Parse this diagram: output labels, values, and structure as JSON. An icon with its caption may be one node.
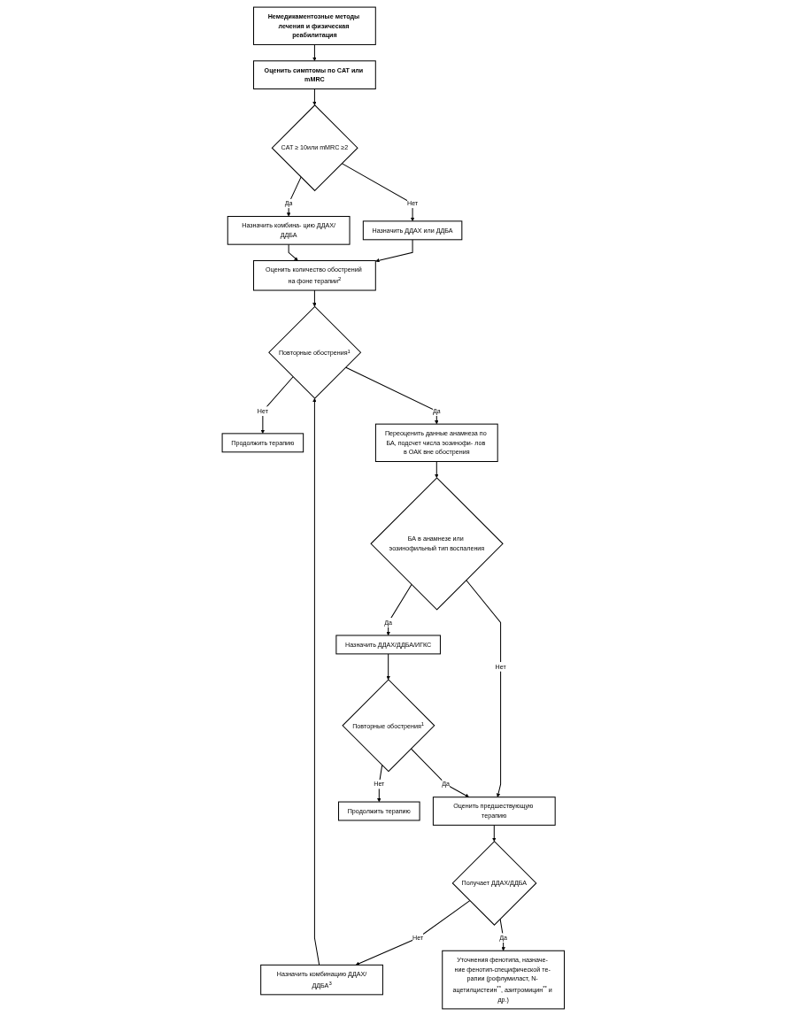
{
  "diagram": {
    "nodes": [
      {
        "text": [
          "Немедикаментозные методы лечения и физическая реабилитация"
        ]
      },
      {
        "text": [
          "Оценить симптомы по CAT или mMRC"
        ]
      },
      {
        "text": [
          "Назначить ДДАХ или ДДБА"
        ]
      },
      {
        "text": [
          "CAT ≥ 10или mMRC ≥2"
        ]
      },
      {
        "text": [
          "Назначить комбина- цию ДДАХ/ДДБА"
        ]
      },
      {
        "text": [
          "Оценить количество обострений на фоне терапии$^{2}$"
        ]
      },
      {
        "text": [
          "Повторные обострения$^{1}$"
        ]
      },
      {
        "text": [
          "Продолжить терапию"
        ]
      },
      {
        "text": [
          "Переоценить данные анамнеза по БА, подсчет числа эозинофи- лов в ОАК вне обострения"
        ]
      },
      {
        "text": [
          "БА в анамнезе или эозинофильный тип воспаления"
        ]
      },
      {
        "text": [
          "Оценить предшествующую терапию"
        ]
      },
      {
        "text": [
          "Назначить ДДАХ/ДДБА/ИГКС"
        ]
      },
      {
        "text": [
          "Получает ДДАХ/ДДБА"
        ]
      },
      {
        "text": [
          "Повторные обострения$^{1}$"
        ]
      },
      {
        "text": [
          "Назначить комбинацию ДДАХ/ДДБА$^{3}$"
        ]
      },
      {
        "text": [
          "Уточнения фенотипа, назначе- ние фенотип-специфической те- рапии (рофлумиласт, N- ацетилцистеин$^{**}$, азитромицин$^{**}$ и др.)"
        ]
      },
      {
        "text": [
          "Продолжить терапию"
        ]
      }
    ],
    "edges": [
      {
        "from": 0,
        "to": 1,
        "arrow": "to"
      },
      {
        "from": 1,
        "to": 3,
        "arrow": "to"
      },
      {
        "from": 3,
        "to": 2,
        "arrow": "to",
        "label": "Нет"
      },
      {
        "from": 3,
        "to": 4,
        "arrow": "to",
        "label": "Да"
      },
      {
        "from": 2,
        "to": 5,
        "arrow": "to"
      },
      {
        "from": 4,
        "to": 5,
        "arrow": "to"
      },
      {
        "from": 5,
        "to": 6,
        "arrow": "to"
      },
      {
        "from": 6,
        "to": 7,
        "arrow": "to",
        "label": "Нет"
      },
      {
        "from": 6,
        "to": 8,
        "arrow": "to",
        "label": "Да"
      },
      {
        "from": 8,
        "to": 9,
        "arrow": "to"
      },
      {
        "from": 9,
        "to": 10,
        "arrow": "to",
        "label": "Нет"
      },
      {
        "from": 9,
        "to": 11,
        "arrow": "to",
        "label": "Да"
      },
      {
        "from": 10,
        "to": 12,
        "arrow": "to"
      },
      {
        "from": 11,
        "to": 13,
        "arrow": "to"
      },
      {
        "from": 13,
        "to": 10,
        "arrow": "to",
        "label": "Да"
      },
      {
        "from": 13,
        "to": 16,
        "arrow": "to",
        "label": "Нет"
      },
      {
        "from": 12,
        "to": 14,
        "arrow": "to",
        "label": "Нет"
      },
      {
        "from": 12,
        "to": 15,
        "arrow": "to",
        "label": "Да"
      },
      {
        "from": 14,
        "to": 6,
        "arrow": "to"
      }
    ]
  }
}
